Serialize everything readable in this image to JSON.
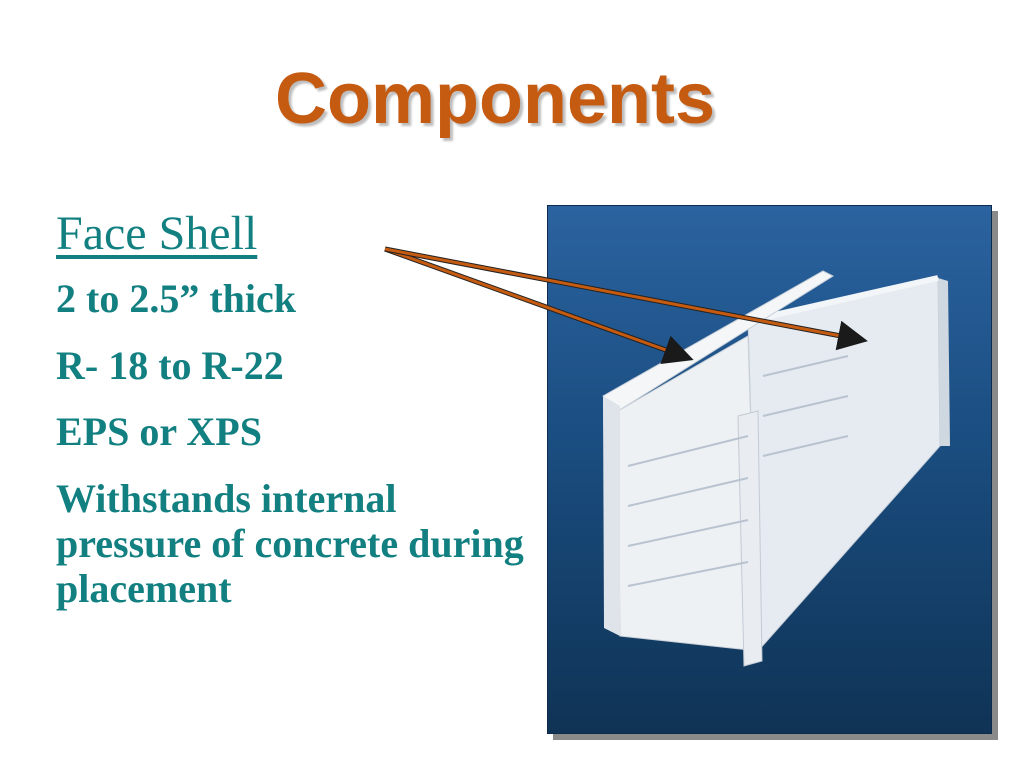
{
  "slide": {
    "title": "Components",
    "heading": "Face Shell",
    "bullets": [
      "2 to 2.5” thick",
      "R- 18 to R-22",
      "EPS or XPS",
      "Withstands internal pressure of concrete during placement"
    ]
  },
  "colors": {
    "title": "#c55a11",
    "text": "#127f81",
    "arrow": "#c55a11",
    "photo_background": "#1a4d80"
  },
  "image": {
    "subject": "insulated concrete form block"
  }
}
